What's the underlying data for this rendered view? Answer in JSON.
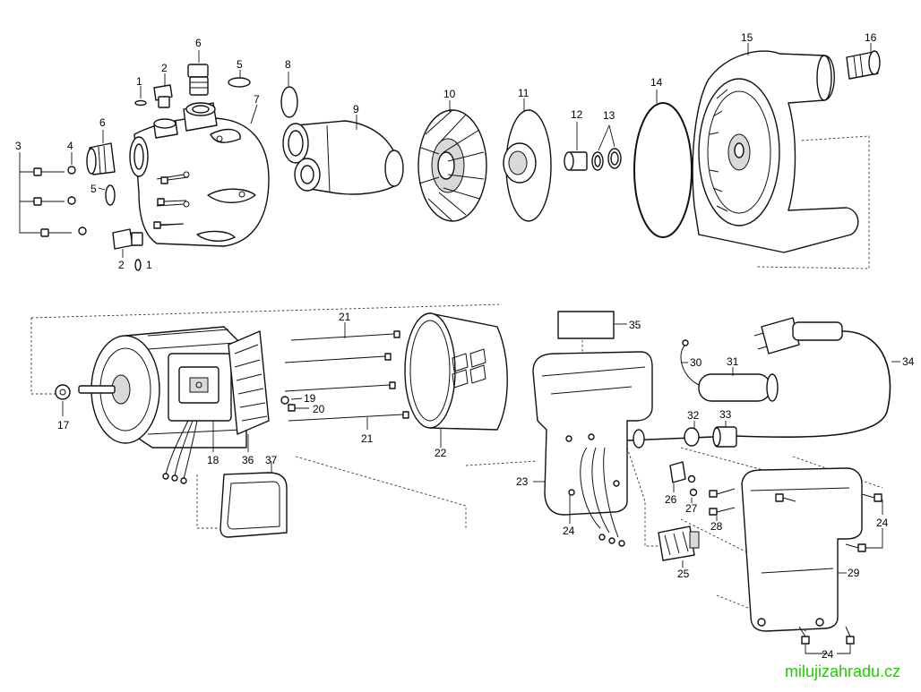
{
  "watermark": "milujizahradu.cz",
  "accent_color": "#22cc00",
  "labels": [
    "1",
    "2",
    "3",
    "4",
    "5",
    "6",
    "7",
    "8",
    "9",
    "10",
    "11",
    "12",
    "13",
    "14",
    "15",
    "16",
    "17",
    "18",
    "19",
    "20",
    "21",
    "22",
    "23",
    "24",
    "25",
    "26",
    "27",
    "28",
    "29",
    "30",
    "31",
    "32",
    "33",
    "34",
    "35",
    "36",
    "37"
  ]
}
